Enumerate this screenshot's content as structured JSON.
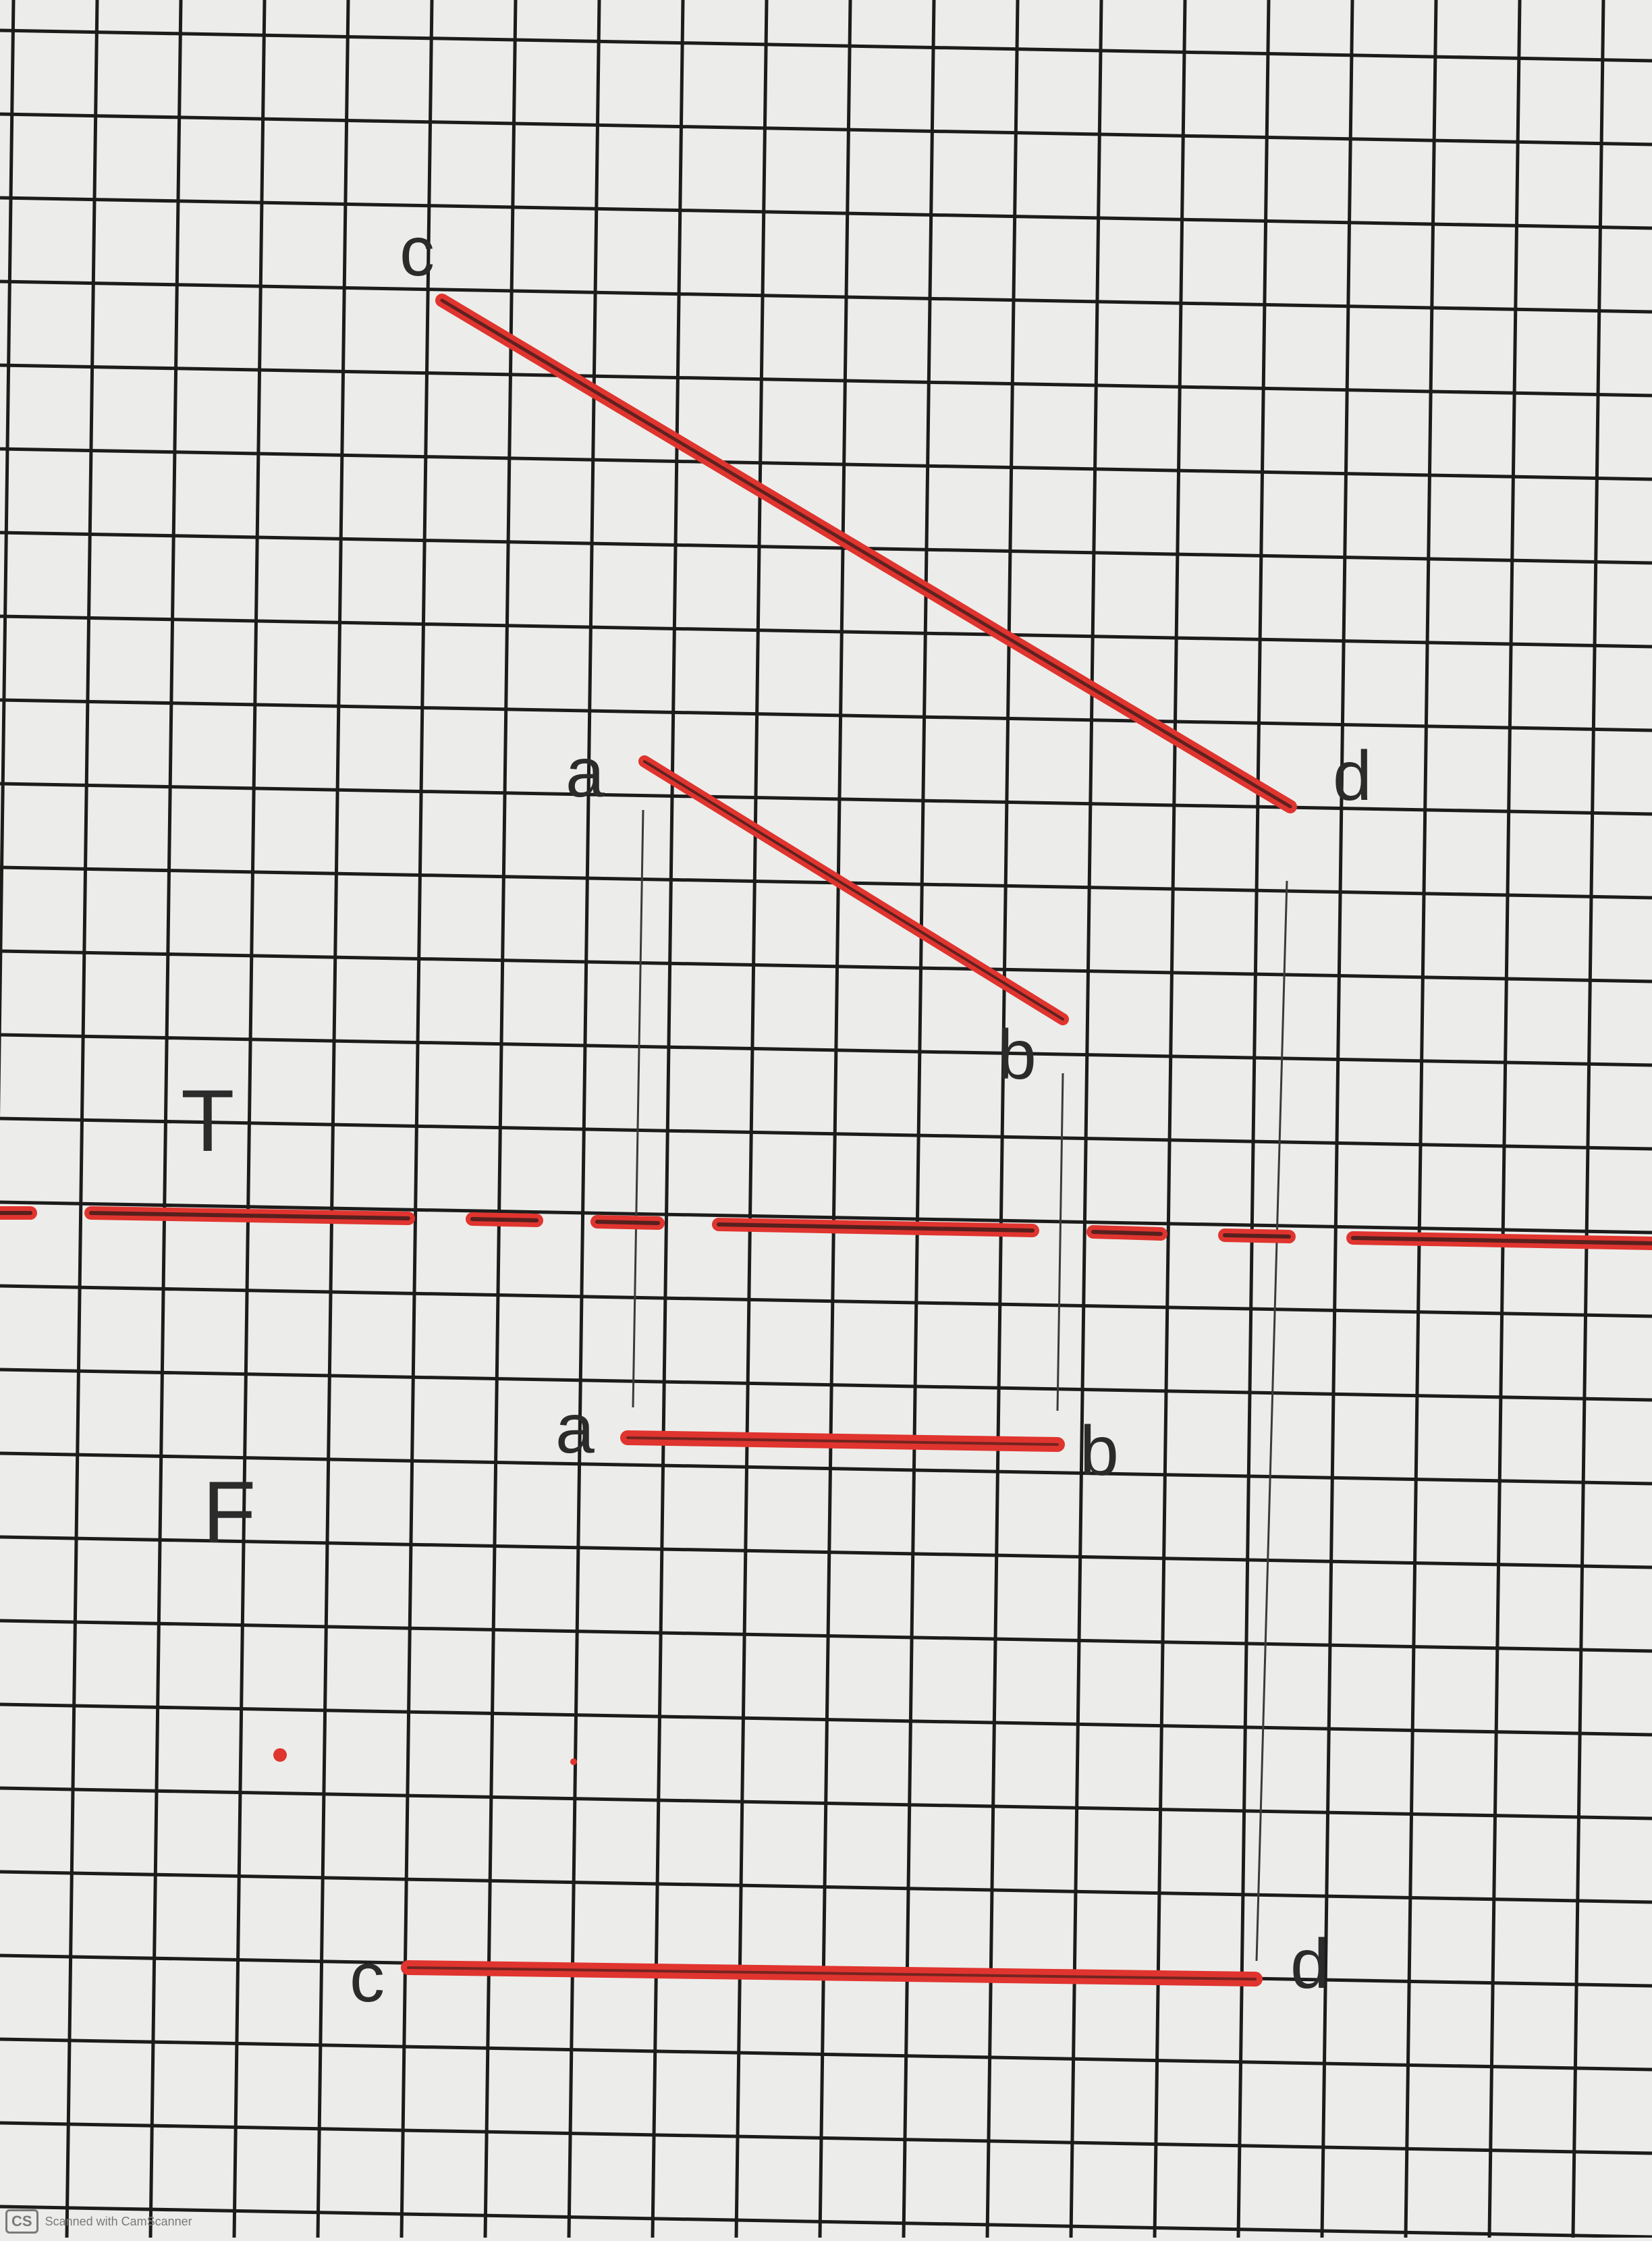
{
  "diagram": {
    "labels": {
      "top_view_plane": "T",
      "front_view_plane": "F",
      "top_c": "c",
      "top_d": "d",
      "top_a": "a",
      "top_b": "b",
      "front_a": "a",
      "front_b": "b",
      "front_c": "c",
      "front_d": "d"
    },
    "colors": {
      "paper": "#ecedea",
      "grid": "#1c1c1c",
      "projection_line": "#e0342f",
      "reference_line": "#e0342f",
      "label_text": "#2b2b2b"
    }
  },
  "watermark": {
    "badge": "CS",
    "text": "Scanned with CamScanner"
  }
}
